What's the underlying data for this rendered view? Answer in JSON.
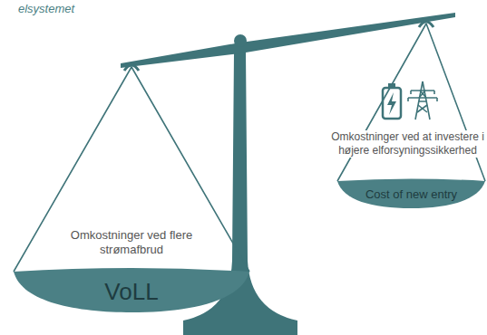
{
  "diagram": {
    "nodes": [
      {
        "text": [
          "Omkostninger ved flere strømafbrud"
        ]
      },
      {
        "text": [
          "VoLL"
        ],
        "in": 0
      },
      {
        "text": [
          "Omkostninger ved at investere i højere elforsyningssikkerhed"
        ]
      },
      {
        "text": [
          "Cost of new entry"
        ],
        "in": 2
      }
    ],
    "labels": [
      "elsystemet"
    ]
  }
}
